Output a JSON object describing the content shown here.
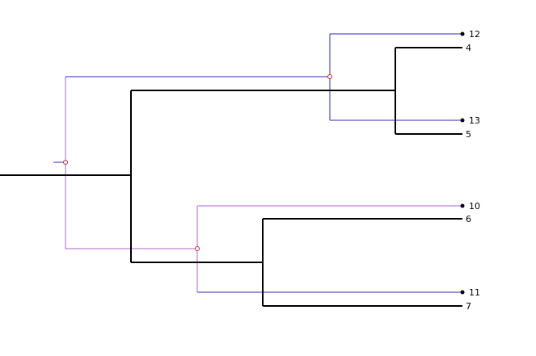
{
  "diagram": {
    "type": "tanglegram-overlay",
    "reference_tree": {
      "color": "#000000",
      "clades": [
        [
          "4",
          "5"
        ],
        [
          "6",
          "7"
        ]
      ],
      "leaves": [
        "4",
        "5",
        "6",
        "7"
      ]
    },
    "overlay_tree": {
      "colors": {
        "inner": "#2b2bbf",
        "outer": "#b060d0"
      },
      "node_color": "#d02040",
      "clades": [
        [
          "12",
          "13"
        ],
        [
          "10",
          "11"
        ]
      ],
      "leaves": [
        "12",
        "13",
        "10",
        "11"
      ]
    },
    "labels": {
      "l12": "12",
      "l4": "4",
      "l13": "13",
      "l5": "5",
      "l10": "10",
      "l6": "6",
      "l11": "11",
      "l7": "7"
    }
  }
}
